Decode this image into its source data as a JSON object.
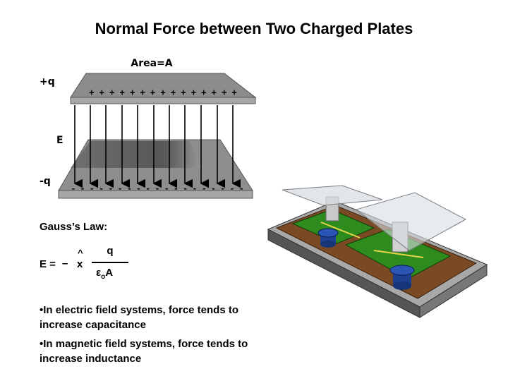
{
  "title": "Normal Force between Two Charged Plates",
  "diagram": {
    "area_label": "Area=A",
    "top_charge": "+q",
    "bottom_charge": "-q",
    "field_label": "E",
    "x_label": "x",
    "plus_signs": "+ + + + + + + + + + + + + + +",
    "minus_signs": "- - - - - - - - - - - - - - - - - - -"
  },
  "gauss": {
    "heading": "Gauss’s Law:",
    "lhs": "E =",
    "sign": "–",
    "unit_vector": "x",
    "hat": "^",
    "numerator": "q",
    "denominator_eps": "ε",
    "denominator_sub": "o",
    "denominator_area": "A"
  },
  "bullets": [
    "•In electric field systems, force tends to increase capacitance",
    "•In magnetic field systems, force tends to increase inductance"
  ],
  "colors": {
    "plate_top": "#8c8c8c",
    "plate_edge": "#a6a6a6",
    "board_brown": "#7a4a24",
    "pad_green": "#2e8b1e",
    "screw_blue": "#1d3f8f"
  }
}
